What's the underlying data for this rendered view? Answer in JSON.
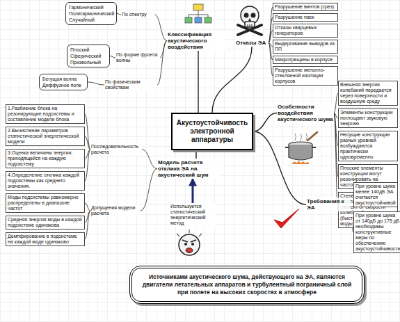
{
  "diagram": {
    "nodes": [
      {
        "text": [
          "Акустоустойчивость электронной аппаратуры"
        ]
      },
      {
        "text": [
          "Классификация акустического воздействия"
        ]
      },
      {
        "text": [
          "По спектру"
        ]
      },
      {
        "text": []
      },
      {
        "text": [
          "Гармонический"
        ],
        "in": 3
      },
      {
        "text": [
          "Полигармонический"
        ],
        "in": 3
      },
      {
        "text": [
          "Случайный"
        ],
        "in": 3
      },
      {
        "text": [
          "По форме фронта волны"
        ]
      },
      {
        "text": []
      },
      {
        "text": [
          "Плоский"
        ],
        "in": 8
      },
      {
        "text": [
          "Сферический"
        ],
        "in": 8
      },
      {
        "text": [
          "Призвольный"
        ],
        "in": 8
      },
      {
        "text": [
          "По физическим свойствам"
        ]
      },
      {
        "text": []
      },
      {
        "text": [
          "Бегущая волна"
        ],
        "in": 13
      },
      {
        "text": [
          "Диффузное поле"
        ],
        "in": 13
      },
      {
        "text": [
          "Отказы ЭА"
        ]
      },
      {
        "text": [
          "Разрушение винтов (срез)"
        ]
      },
      {
        "text": [
          "Разрушение паек"
        ]
      },
      {
        "text": [
          "Отказы кварцевых генераторов"
        ]
      },
      {
        "text": [
          "Выдергивание выводов из ПП"
        ]
      },
      {
        "text": [
          "Микротрещины в корпусе"
        ]
      },
      {
        "text": [
          "Разрушение металло-стеклянной изоляции корпусов"
        ]
      },
      {
        "text": [
          "Особенности воздействия акустического шума"
        ]
      },
      {
        "text": [
          "Внешняя энергия колебаний передается через поверхности и воздушную среду"
        ]
      },
      {
        "text": [
          "Элементы конструкции поглощают звуковую энергию"
        ]
      },
      {
        "text": [
          "Несущие конструкции разных уровней возбуждаются практически одновременно"
        ]
      },
      {
        "text": [
          "Плоские элементы конструкции могут резонировать на частотах совпадения"
        ]
      },
      {
        "text": [
          "Степень связи с акустическим полем зависит от скорости колебаний конструкции (быстрые и медленные моды)"
        ]
      },
      {
        "text": [
          "Требования к ЭА"
        ]
      },
      {
        "text": [
          "При уровне шума менее 140дБ ЭА считается акустоустойчивой"
        ]
      },
      {
        "text": [
          "При уровне шума от 140дБ до 175 дБ необходимы конструктивные меры по обеспечению акустоустойчивости"
        ]
      },
      {
        "text": [
          "Модель расчета отклика ЭА на акустический шум"
        ]
      },
      {
        "text": [
          "Последовательность расчета"
        ]
      },
      {
        "text": [
          "1.Разбиение блока на резонирующие подсистемы и составление модели блока"
        ]
      },
      {
        "text": [
          "2.Вычисление параметров статистической энергетической модели"
        ]
      },
      {
        "text": [
          "3.Оценка величины энергии, приходящейся на каждую подсистему"
        ]
      },
      {
        "text": [
          "4.Определение отклика каждой подсистемы как среднего значения."
        ]
      },
      {
        "text": [
          "Допущения модели расчета"
        ]
      },
      {
        "text": [
          "Моды подсистемы равномерно распределены в диапазоне частот"
        ]
      },
      {
        "text": [
          "Средняя энергия моды в каждой подсистеме одинакова"
        ]
      },
      {
        "text": [
          "Демпфирование в подсистеме на каждой моде одинаково"
        ]
      },
      {
        "text": [
          "Используется статистический энергетический метод"
        ]
      },
      {
        "text": [
          "Источниками акустического шума, действующего на ЭА, являются двигатели летательных аппаратов и турбулентный пограничный слой при полете на высоких скоростях в атмосфере"
        ]
      }
    ],
    "edges": [
      {
        "from": 0,
        "to": 1,
        "arrow": "none"
      },
      {
        "from": 1,
        "to": 2,
        "arrow": "none"
      },
      {
        "from": 2,
        "to": 3,
        "arrow": "none"
      },
      {
        "from": 1,
        "to": 7,
        "arrow": "none"
      },
      {
        "from": 7,
        "to": 8,
        "arrow": "none"
      },
      {
        "from": 1,
        "to": 12,
        "arrow": "none"
      },
      {
        "from": 12,
        "to": 13,
        "arrow": "none"
      },
      {
        "from": 0,
        "to": 16,
        "arrow": "none"
      },
      {
        "from": 16,
        "to": 17,
        "arrow": "none"
      },
      {
        "from": 16,
        "to": 18,
        "arrow": "none"
      },
      {
        "from": 16,
        "to": 19,
        "arrow": "none"
      },
      {
        "from": 16,
        "to": 20,
        "arrow": "none"
      },
      {
        "from": 16,
        "to": 21,
        "arrow": "none"
      },
      {
        "from": 16,
        "to": 22,
        "arrow": "none"
      },
      {
        "from": 0,
        "to": 23,
        "arrow": "none"
      },
      {
        "from": 23,
        "to": 24,
        "arrow": "none"
      },
      {
        "from": 23,
        "to": 25,
        "arrow": "none"
      },
      {
        "from": 23,
        "to": 26,
        "arrow": "none"
      },
      {
        "from": 23,
        "to": 27,
        "arrow": "none"
      },
      {
        "from": 23,
        "to": 28,
        "arrow": "none"
      },
      {
        "from": 0,
        "to": 29,
        "arrow": "none"
      },
      {
        "from": 29,
        "to": 30,
        "arrow": "none"
      },
      {
        "from": 29,
        "to": 31,
        "arrow": "none"
      },
      {
        "from": 0,
        "to": 32,
        "arrow": "none"
      },
      {
        "from": 32,
        "to": 33,
        "arrow": "none"
      },
      {
        "from": 33,
        "to": 34,
        "arrow": "none"
      },
      {
        "from": 33,
        "to": 35,
        "arrow": "none"
      },
      {
        "from": 33,
        "to": 36,
        "arrow": "none"
      },
      {
        "from": 33,
        "to": 37,
        "arrow": "none"
      },
      {
        "from": 32,
        "to": 38,
        "arrow": "none"
      },
      {
        "from": 38,
        "to": 39,
        "arrow": "none"
      },
      {
        "from": 38,
        "to": 40,
        "arrow": "none"
      },
      {
        "from": 38,
        "to": 41,
        "arrow": "none"
      },
      {
        "from": 42,
        "to": 32,
        "arrow": "to"
      }
    ]
  }
}
